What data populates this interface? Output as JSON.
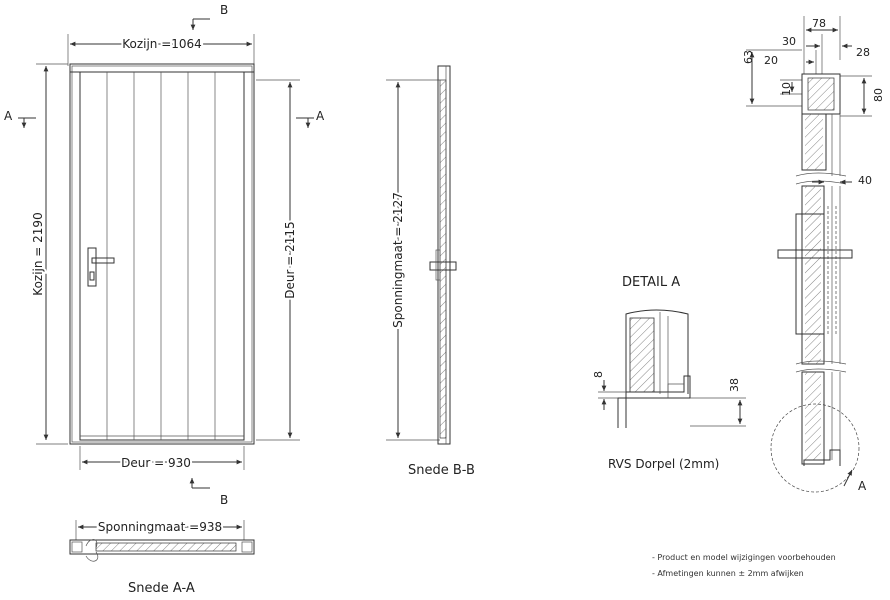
{
  "front_view": {
    "kozijn_width": "Kozijn =1064",
    "kozijn_height": "Kozijn = 2190",
    "deur_width": "Deur = 930",
    "deur_height": "Deur = 2115",
    "section_marker_a": "A",
    "section_marker_b": "B"
  },
  "section_aa": {
    "sponningmaat": "Sponningmaat =938",
    "title": "Snede A-A"
  },
  "section_bb": {
    "sponningmaat": "Sponningmaat = 2127",
    "title": "Snede B-B"
  },
  "detail_a": {
    "title": "DETAIL  A",
    "dim_8": "8",
    "dim_38": "38",
    "caption": "RVS Dorpel (2mm)"
  },
  "profile": {
    "dim_78": "78",
    "dim_30": "30",
    "dim_28": "28",
    "dim_20": "20",
    "dim_63": "63",
    "dim_10": "10",
    "dim_80": "80",
    "dim_40": "40",
    "detail_marker": "A"
  },
  "notes": [
    "- Product en model wijzigingen voorbehouden",
    "- Afmetingen kunnen ± 2mm afwijken"
  ]
}
